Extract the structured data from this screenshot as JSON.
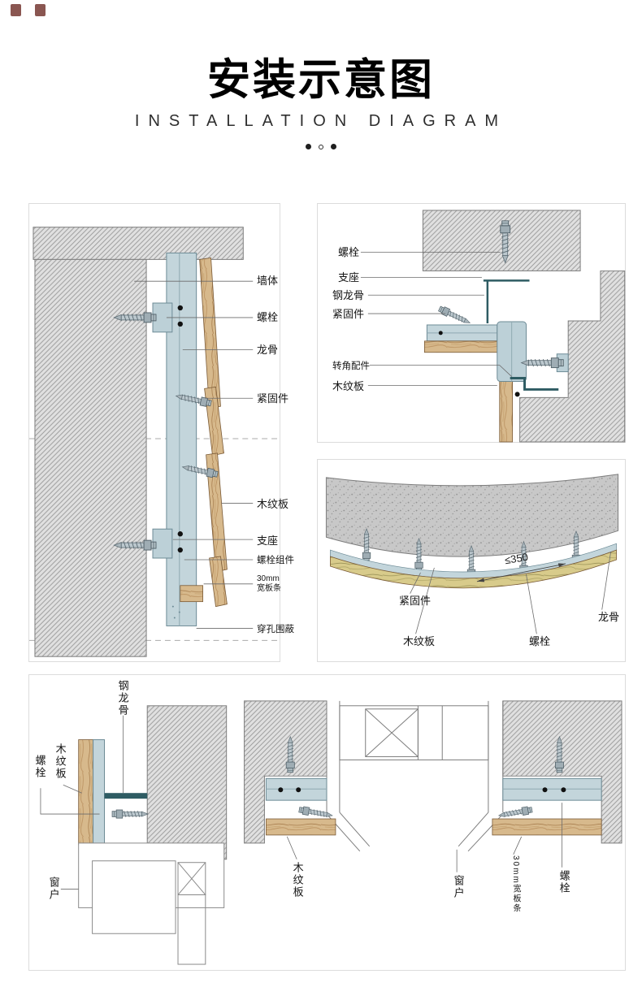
{
  "header": {
    "title": "安装示意图",
    "subtitle": "INSTALLATION DIAGRAM"
  },
  "wall_section": {
    "wall": "墙体",
    "bolt": "螺栓",
    "keel": "龙骨",
    "fastener": "紧固件",
    "wood_panel": "木纹板",
    "support": "支座",
    "bolt_assembly": "螺栓组件",
    "slat_line1": "30mm",
    "slat_line2": "宽板条",
    "perforated_enclosure": "穿孔围蔽"
  },
  "corner_detail": {
    "bolt": "螺栓",
    "support": "支座",
    "steel_keel": "钢龙骨",
    "fastener": "紧固件",
    "corner_fitting": "转角配件",
    "wood_panel": "木纹板"
  },
  "curved_ceiling": {
    "dimension": "≤350",
    "fastener": "紧固件",
    "keel": "龙骨",
    "wood_panel": "木纹板",
    "bolt": "螺栓"
  },
  "window_detail": {
    "steel_keel": "钢龙骨",
    "wood_panel_jamb": "木纹板",
    "bolt_jamb": "螺栓",
    "window_jamb": "窗户",
    "wood_panel_head": "木纹板",
    "window_head": "窗户",
    "slat": "30mm宽板条",
    "bolt_head": "螺栓"
  },
  "palette": {
    "metal": "#c3d5db",
    "metal_dark": "#2e5c63",
    "wood": "#d7b98c",
    "concrete_hatch": "#dedede"
  }
}
